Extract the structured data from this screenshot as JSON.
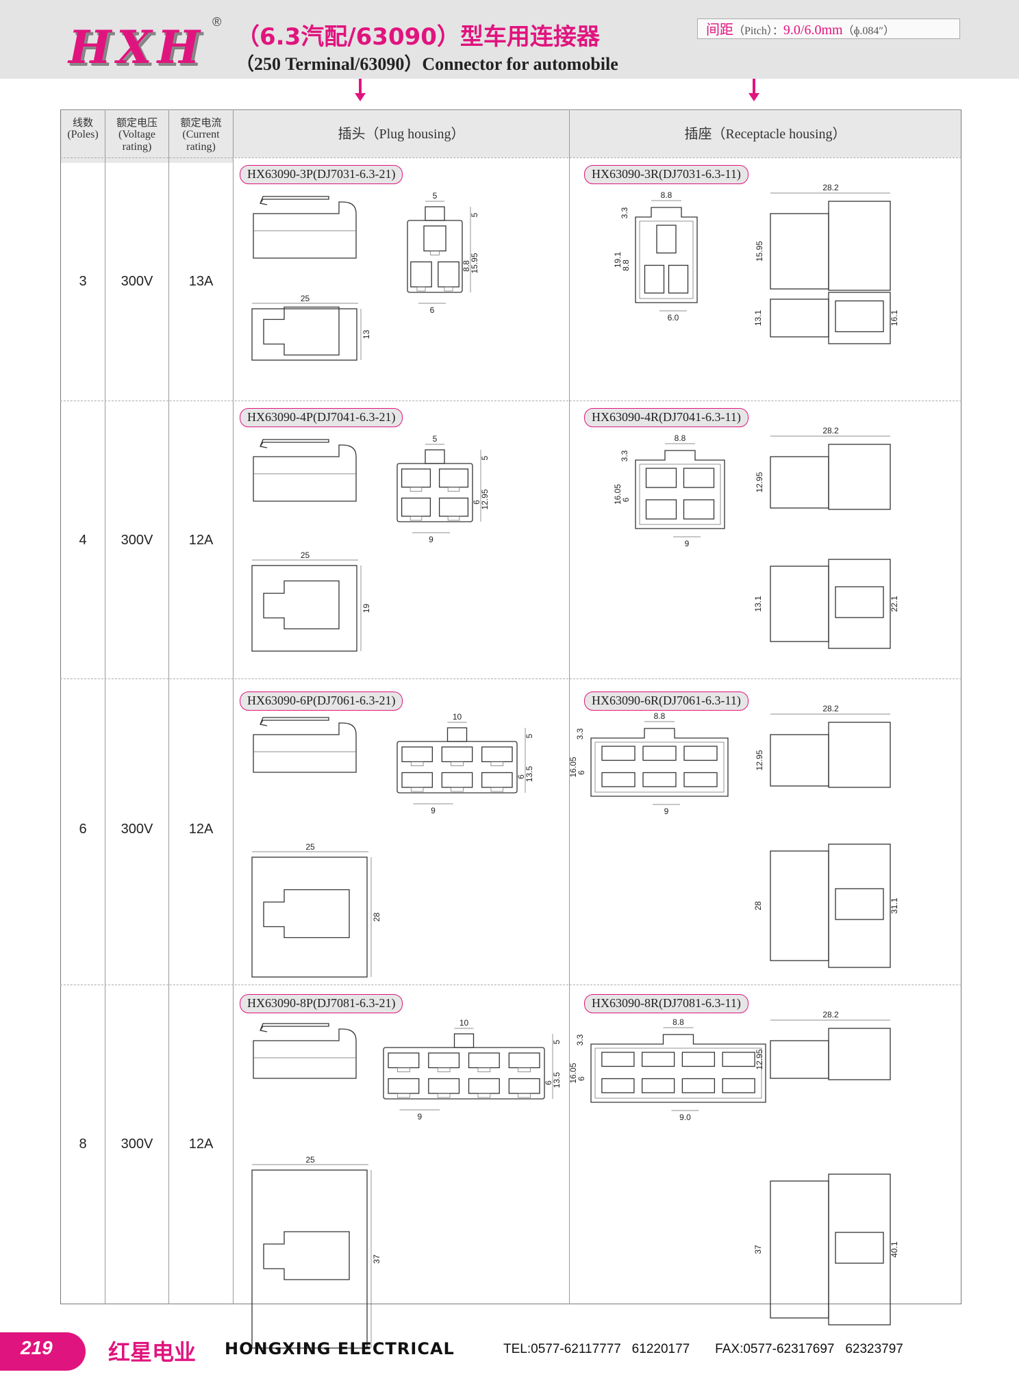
{
  "header": {
    "logo": "HXH",
    "registered": "®",
    "title_cn": "（6.3汽配/63090）型车用连接器",
    "title_en": "（250 Terminal/63090）Connector for automobile",
    "pitch_label_cn": "间距",
    "pitch_label_en": "（Pitch）：",
    "pitch_value": "9.0/6.0mm",
    "pitch_note": "（ɸ.084″）"
  },
  "table": {
    "headers": {
      "poles_cn": "线数",
      "poles_en": "(Poles)",
      "voltage_cn": "额定电压",
      "voltage_en": "(Voltage rating)",
      "current_cn": "额定电流",
      "current_en": "(Current rating)",
      "plug_cn": "插头",
      "plug_en": "（Plug housing）",
      "receptacle_cn": "插座",
      "receptacle_en": "（Receptacle housing）"
    },
    "rows": [
      {
        "poles": "3",
        "voltage": "300V",
        "current": "13A",
        "plug_model": "HX63090-3P(DJ7031-6.3-21)",
        "receptacle_model": "HX63090-3R(DJ7031-6.3-11)",
        "plug_dims": {
          "top_len": "25",
          "side_h": "13",
          "face_w": "5",
          "face_h1": "5",
          "face_h2": "8.8",
          "face_h3": "15.95",
          "pitch": "6"
        },
        "rec_dims": {
          "face_w": "8.8",
          "h1": "3.3",
          "h2": "19.1",
          "h3": "8.8",
          "pitch": "6.0",
          "side_h": "15.95",
          "len": "28.2",
          "bot_h1": "13.1",
          "bot_h2": "16.1"
        }
      },
      {
        "poles": "4",
        "voltage": "300V",
        "current": "12A",
        "plug_model": "HX63090-4P(DJ7041-6.3-21)",
        "receptacle_model": "HX63090-4R(DJ7041-6.3-11)",
        "plug_dims": {
          "top_len": "25",
          "side_h": "19",
          "face_w": "5",
          "face_h1": "5",
          "face_h2": "6",
          "face_h3": "12.95",
          "pitch": "9"
        },
        "rec_dims": {
          "face_w": "8.8",
          "h1": "3.3",
          "h2": "16.05",
          "h3": "6",
          "pitch": "9",
          "side_h": "12.95",
          "len": "28.2",
          "bot_h1": "13.1",
          "bot_h2": "22.1"
        }
      },
      {
        "poles": "6",
        "voltage": "300V",
        "current": "12A",
        "plug_model": "HX63090-6P(DJ7061-6.3-21)",
        "receptacle_model": "HX63090-6R(DJ7061-6.3-11)",
        "plug_dims": {
          "top_len": "25",
          "side_h": "28",
          "face_w": "10",
          "face_h1": "5",
          "face_h2": "6",
          "face_h3": "13.5",
          "pitch": "9"
        },
        "rec_dims": {
          "face_w": "8.8",
          "h1": "3.3",
          "h2": "16.05",
          "h3": "6",
          "pitch": "9",
          "side_h": "12.95",
          "len": "28.2",
          "bot_h1": "28",
          "bot_h2": "31.1"
        }
      },
      {
        "poles": "8",
        "voltage": "300V",
        "current": "12A",
        "plug_model": "HX63090-8P(DJ7081-6.3-21)",
        "receptacle_model": "HX63090-8R(DJ7081-6.3-11)",
        "plug_dims": {
          "top_len": "25",
          "side_h": "37",
          "face_w": "10",
          "face_h1": "5",
          "face_h2": "6",
          "face_h3": "13.5",
          "pitch": "9"
        },
        "rec_dims": {
          "face_w": "8.8",
          "h1": "3.3",
          "h2": "16.05",
          "h3": "6",
          "pitch": "9.0",
          "side_h": "12.95",
          "len": "28.2",
          "bot_h1": "37",
          "bot_h2": "40.1"
        }
      }
    ]
  },
  "footer": {
    "page": "219",
    "brand_cn": "红星电业",
    "brand_en": "HONGXING ELECTRICAL",
    "contact": "TEL:0577-62117777   61220177       FAX:0577-62317697   62323797"
  },
  "colors": {
    "accent": "#e0147e",
    "header_bg": "#e4e4e4",
    "line": "#999999"
  }
}
